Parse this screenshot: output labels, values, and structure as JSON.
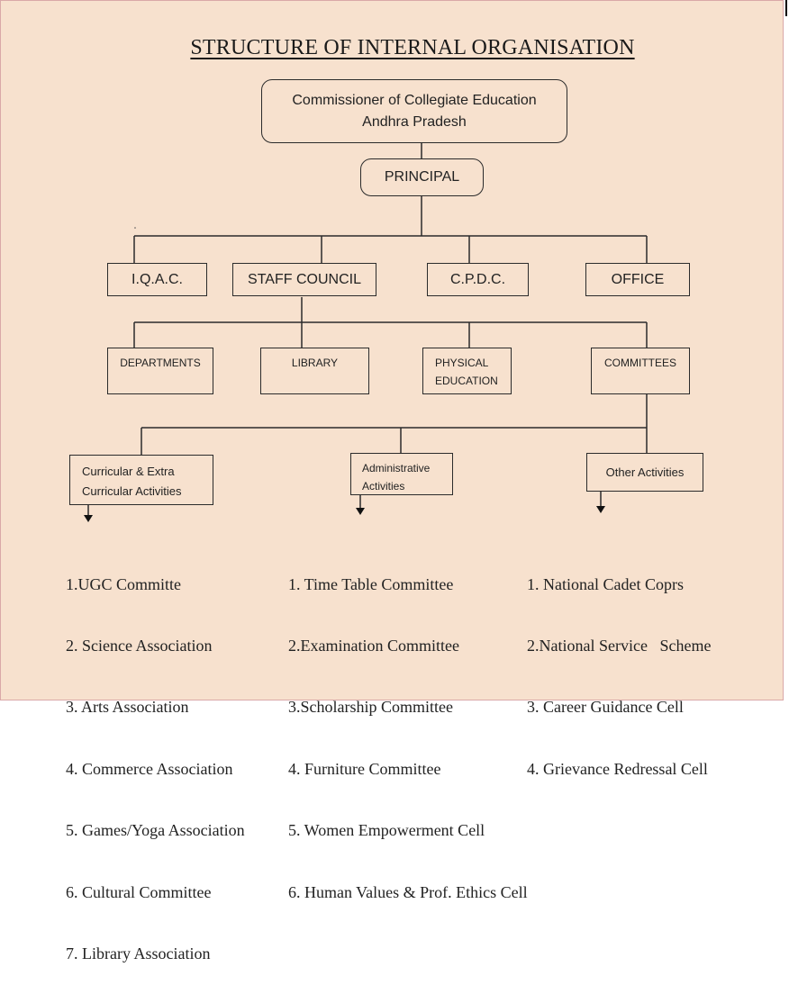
{
  "title": "STRUCTURE OF INTERNAL ORGANISATION",
  "nodes": {
    "commissioner": {
      "line1": "Commissioner of Collegiate Education",
      "line2": "Andhra  Pradesh"
    },
    "principal": "PRINCIPAL",
    "iqac": "I.Q.A.C.",
    "staff_council": "STAFF COUNCIL",
    "cpdc": "C.P.D.C.",
    "office": "OFFICE",
    "departments": "DEPARTMENTS",
    "library": "LIBRARY",
    "physical_education": {
      "line1": "PHYSICAL",
      "line2": "EDUCATION"
    },
    "committees": "COMMITTEES",
    "curricular": {
      "line1": "Curricular & Extra",
      "line2": "Curricular Activities"
    },
    "administrative": {
      "line1": "Administrative",
      "line2": "Activities"
    },
    "other_activities": "Other Activities"
  },
  "lists": {
    "curricular": [
      "1.UGC Committe",
      "2. Science Association",
      "3. Arts Association",
      "4. Commerce Association",
      "5. Games/Yoga Association",
      "6. Cultural Committee",
      "7. Library Association"
    ],
    "administrative": [
      "1. Time Table Committee",
      "2.Examination Committee",
      "3.Scholarship Committee",
      "4. Furniture Committee",
      "5. Women Empowerment Cell",
      "6. Human Values & Prof. Ethics Cell"
    ],
    "other": [
      "1. National Cadet Coprs",
      "2.National Service   Scheme",
      "3. Career Guidance Cell",
      "4. Grievance Redressal Cell"
    ]
  }
}
